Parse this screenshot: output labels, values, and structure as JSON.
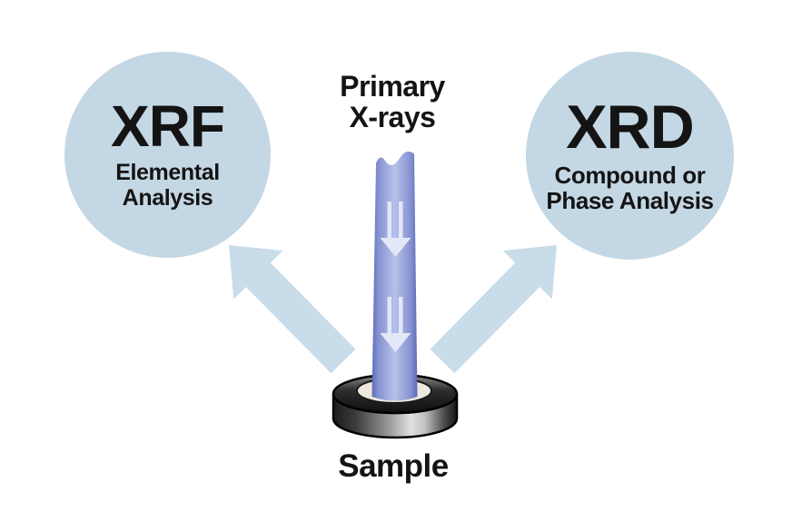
{
  "diagram": {
    "labels": {
      "primary_xrays": "Primary\nX-rays",
      "sample": "Sample"
    },
    "techniques": {
      "xrf": {
        "acronym": "XRF",
        "description": "Elemental\nAnalysis"
      },
      "xrd": {
        "acronym": "XRD",
        "description": "Compound or\nPhase Analysis"
      }
    },
    "icons": {
      "xrf_arrow": "thick-arrow-up-left",
      "xrd_arrow": "thick-arrow-up-right",
      "beam_arrows": "double-stripe-arrow-down"
    },
    "colors": {
      "background": "#ffffff",
      "bubble_fill": "#c4d7e4",
      "branch_arrow_fill": "#c8dcea",
      "beam_edge": "#5c6ab8",
      "beam_center": "#b7c1ea",
      "beam_arrow": "#e3e7f8",
      "text": "#141414",
      "puck_dark": "#161616",
      "puck_light": "#e0e0e0",
      "puck_hole": "#ece8de"
    }
  }
}
